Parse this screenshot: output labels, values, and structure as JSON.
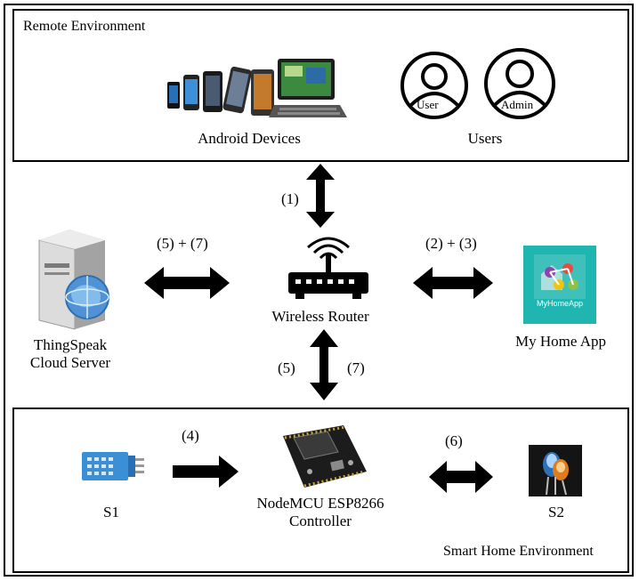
{
  "remote": {
    "title": "Remote Environment",
    "android_label": "Android Devices",
    "users_label": "Users",
    "user_icon_text": "User",
    "admin_icon_text": "Admin"
  },
  "middle": {
    "server_label_1": "ThingSpeak",
    "server_label_2": "Cloud Server",
    "router_label": "Wireless Router",
    "app_label": "My Home App",
    "app_icon_text": "MyHomeApp",
    "arrow_1": "(1)",
    "arrow_5_7_left": "(5) + (7)",
    "arrow_2_3": "(2) + (3)",
    "arrow_5": "(5)",
    "arrow_7": "(7)"
  },
  "smart": {
    "title": "Smart Home Environment",
    "s1_label": "S1",
    "controller_label_1": "NodeMCU ESP8266",
    "controller_label_2": "Controller",
    "s2_label": "S2",
    "arrow_4": "(4)",
    "arrow_6": "(6)"
  },
  "colors": {
    "arrow": "#000000",
    "app_tile": "#1fb5b0",
    "sensor_blue": "#3a8fd6",
    "board_dark": "#1c1c1c",
    "globe_blue": "#4f93d6",
    "server_grey": "#c9c9c9"
  },
  "icons": {
    "devices": "android-devices-icon",
    "user": "user-icon",
    "admin": "admin-icon",
    "server": "cloud-server-icon",
    "router": "wireless-router-icon",
    "app": "my-home-app-icon",
    "sensor": "s1-sensor-icon",
    "controller": "nodemcu-board-icon",
    "led": "s2-led-icon"
  }
}
